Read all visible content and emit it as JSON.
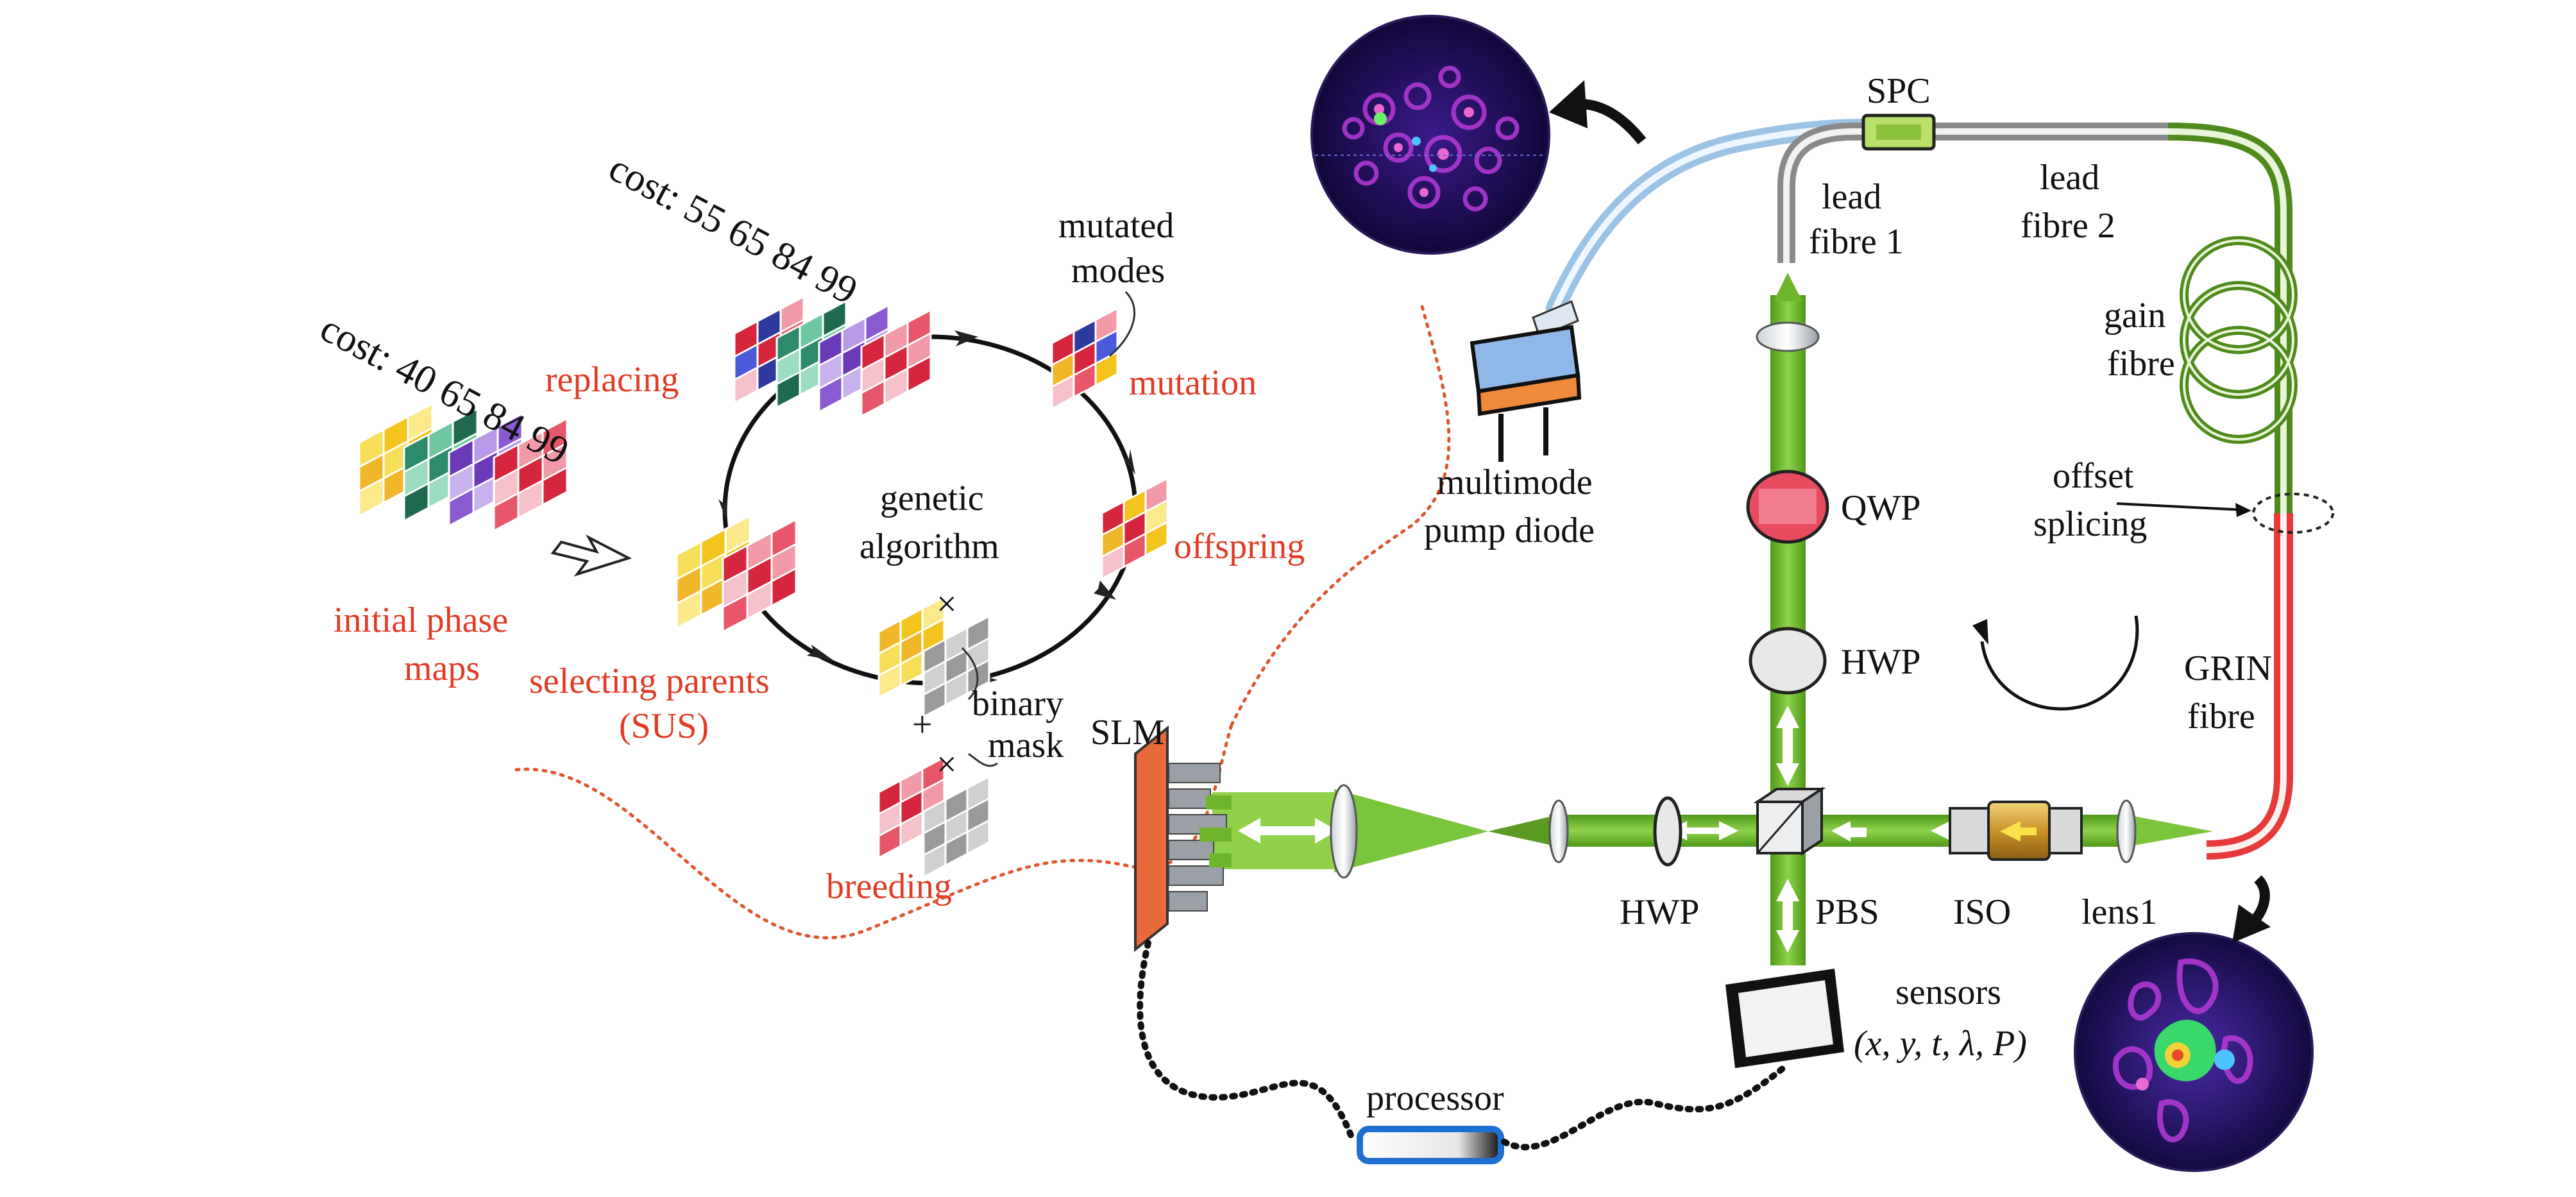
{
  "ga": {
    "cost_initial": "cost: 40 65 84 99",
    "cost_replaced": "cost: 55 65 84 99",
    "mutated_modes_1": "mutated",
    "mutated_modes_2": "modes",
    "replacing": "replacing",
    "mutation": "mutation",
    "genetic_1": "genetic",
    "genetic_2": "algorithm",
    "offspring": "offspring",
    "initial_1": "initial phase",
    "initial_2": "maps",
    "selecting_1": "selecting parents",
    "selecting_2": "(SUS)",
    "binary_1": "binary",
    "binary_2": "mask",
    "plus": "+",
    "breeding": "breeding",
    "cross_mark": "×"
  },
  "setup": {
    "slm": "SLM",
    "spc": "SPC",
    "lead1_1": "lead",
    "lead1_2": "fibre 1",
    "lead2_1": "lead",
    "lead2_2": "fibre 2",
    "gain_1": "gain",
    "gain_2": "fibre",
    "offset_1": "offset",
    "offset_2": "splicing",
    "pump_1": "multimode",
    "pump_2": "pump diode",
    "qwp": "QWP",
    "hwp_vertical": "HWP",
    "hwp_horizontal": "HWP",
    "grin_1": "GRIN",
    "grin_2": "fibre",
    "pbs": "PBS",
    "iso": "ISO",
    "lens1": "lens1",
    "sensors": "sensors",
    "sensors_vars": "(x, y, t, λ, P)",
    "processor": "processor"
  },
  "colors": {
    "accent_red": "#e23a24",
    "beam_green": "#6fb52c",
    "fibre_green": "#4f8a1c",
    "grin_red": "#e63a3a",
    "pump_fibre": "#9bc3e6",
    "processor_blue": "#1f6fd1"
  }
}
